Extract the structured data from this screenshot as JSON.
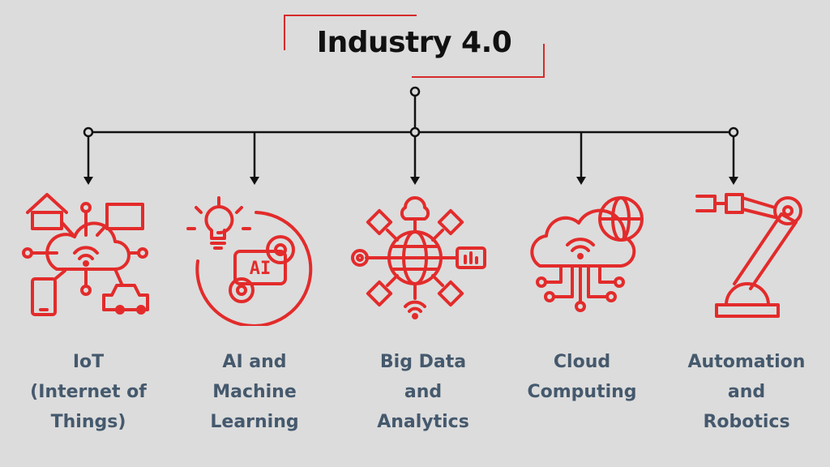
{
  "title": "Industry 4.0",
  "colors": {
    "accent": "#e32b2b",
    "connector": "#111111",
    "label": "#45596d",
    "background": "#dcdcdc"
  },
  "nodes": [
    {
      "icon": "iot-cloud-network-icon",
      "label_lines": [
        "IoT",
        "(Internet of",
        "Things)"
      ]
    },
    {
      "icon": "ai-gear-bulb-icon",
      "label_lines": [
        "AI and",
        "Machine",
        "Learning"
      ]
    },
    {
      "icon": "big-data-globe-network-icon",
      "label_lines": [
        "Big Data",
        "and",
        "Analytics"
      ]
    },
    {
      "icon": "cloud-computing-globe-icon",
      "label_lines": [
        "Cloud",
        "Computing"
      ]
    },
    {
      "icon": "robotic-arm-icon",
      "label_lines": [
        "Automation",
        "and",
        "Robotics"
      ]
    }
  ],
  "ai_icon_text": "AI"
}
